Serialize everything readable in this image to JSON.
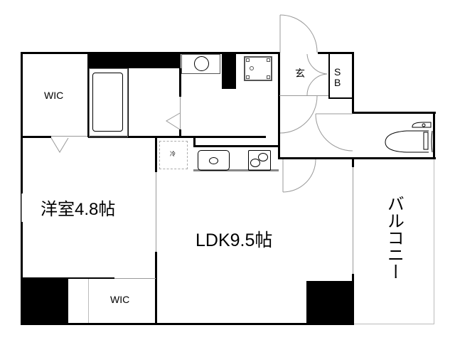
{
  "floor_plan": {
    "rooms": {
      "wic_top": {
        "label": "WIC"
      },
      "western_room": {
        "label": "洋室4.8帖"
      },
      "wic_bottom": {
        "label": "WIC"
      },
      "ldk": {
        "label": "LDK9.5帖"
      },
      "entrance": {
        "label": "玄"
      },
      "shoe_box": {
        "label": "S\nB",
        "line1": "S",
        "line2": "B"
      },
      "balcony": {
        "label": "バルコニー"
      },
      "fridge_space": {
        "label": "冷"
      }
    },
    "fixtures": [
      "bathtub",
      "washing-machine",
      "gas-meter",
      "kitchen-sink",
      "stove",
      "toilet"
    ],
    "colors": {
      "wall": "#000000",
      "thin_line": "#999999",
      "background": "#ffffff"
    }
  }
}
